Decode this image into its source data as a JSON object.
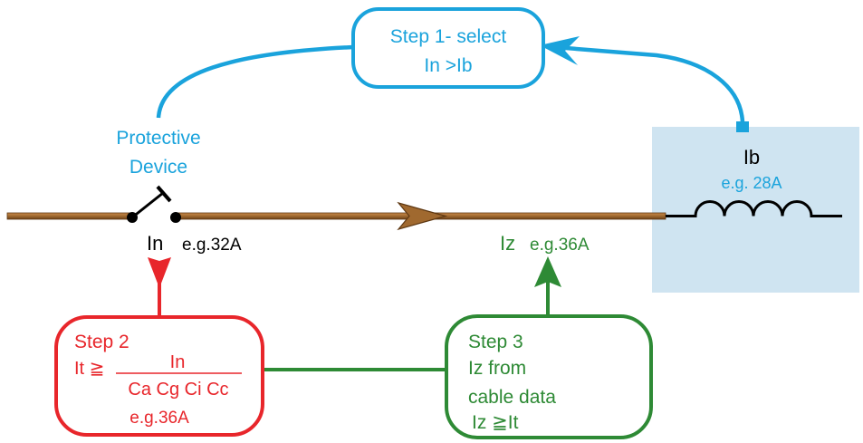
{
  "colors": {
    "cable": "#a0692f",
    "cable_dark": "#6b4017",
    "blue": "#1aa3dc",
    "red": "#e8262b",
    "green": "#2e8a35",
    "load_fill": "#cfe4f1",
    "black": "#000000"
  },
  "step1": {
    "line1": "Step 1- select",
    "line2": "In >Ib"
  },
  "protective_device": {
    "line1": "Protective",
    "line2": "Device"
  },
  "load": {
    "label": "Ib",
    "example": "e.g. 28A",
    "icon": "inductor-coil-icon"
  },
  "switch": {
    "label": "In",
    "example": "e.g.32A",
    "icon": "circuit-breaker-switch-icon"
  },
  "cable": {
    "label": "Iz",
    "example": "e.g.36A"
  },
  "step2": {
    "title": "Step 2",
    "lhs": "It ≧",
    "numerator": "In",
    "denominator": "Ca Cg Ci Cc",
    "example": "e.g.36A"
  },
  "step3": {
    "title": "Step 3",
    "line1": "Iz from",
    "line2": "cable data",
    "line3": "Iz ≧It"
  }
}
